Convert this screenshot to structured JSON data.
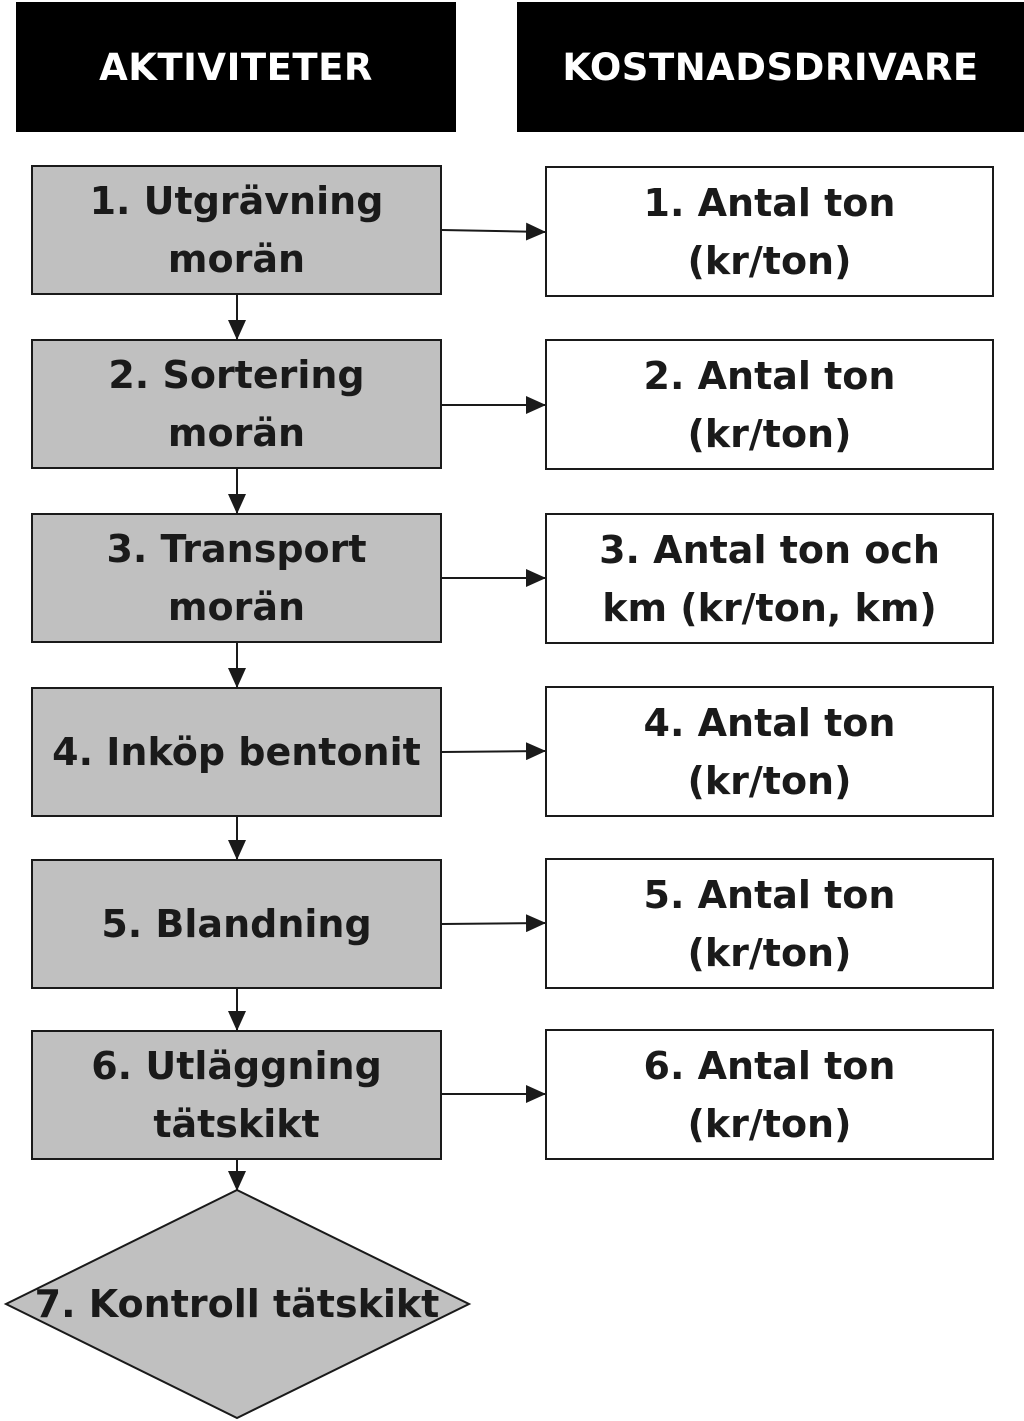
{
  "headers": {
    "left": "AKTIVITETER",
    "right": "KOSTNADSDRIVARE"
  },
  "activities": [
    {
      "line1": "1. Utgrävning",
      "line2": "morän"
    },
    {
      "line1": "2. Sortering",
      "line2": "morän"
    },
    {
      "line1": "3. Transport",
      "line2": "morän"
    },
    {
      "line1": "4. Inköp bentonit",
      "line2": ""
    },
    {
      "line1": "5. Blandning",
      "line2": ""
    },
    {
      "line1": "6. Utläggning",
      "line2": "tätskikt"
    }
  ],
  "drivers": [
    {
      "line1": "1. Antal ton",
      "line2": "(kr/ton)"
    },
    {
      "line1": "2. Antal ton",
      "line2": "(kr/ton)"
    },
    {
      "line1": "3. Antal ton och",
      "line2": "km (kr/ton, km)"
    },
    {
      "line1": "4. Antal ton",
      "line2": "(kr/ton)"
    },
    {
      "line1": "5. Antal ton",
      "line2": "(kr/ton)"
    },
    {
      "line1": "6. Antal ton",
      "line2": "(kr/ton)"
    }
  ],
  "decision": {
    "label": "7. Kontroll tätskikt"
  },
  "colors": {
    "activity_fill": "#c0c0c0",
    "header_fill": "#000000",
    "line": "#1a1a1a"
  }
}
